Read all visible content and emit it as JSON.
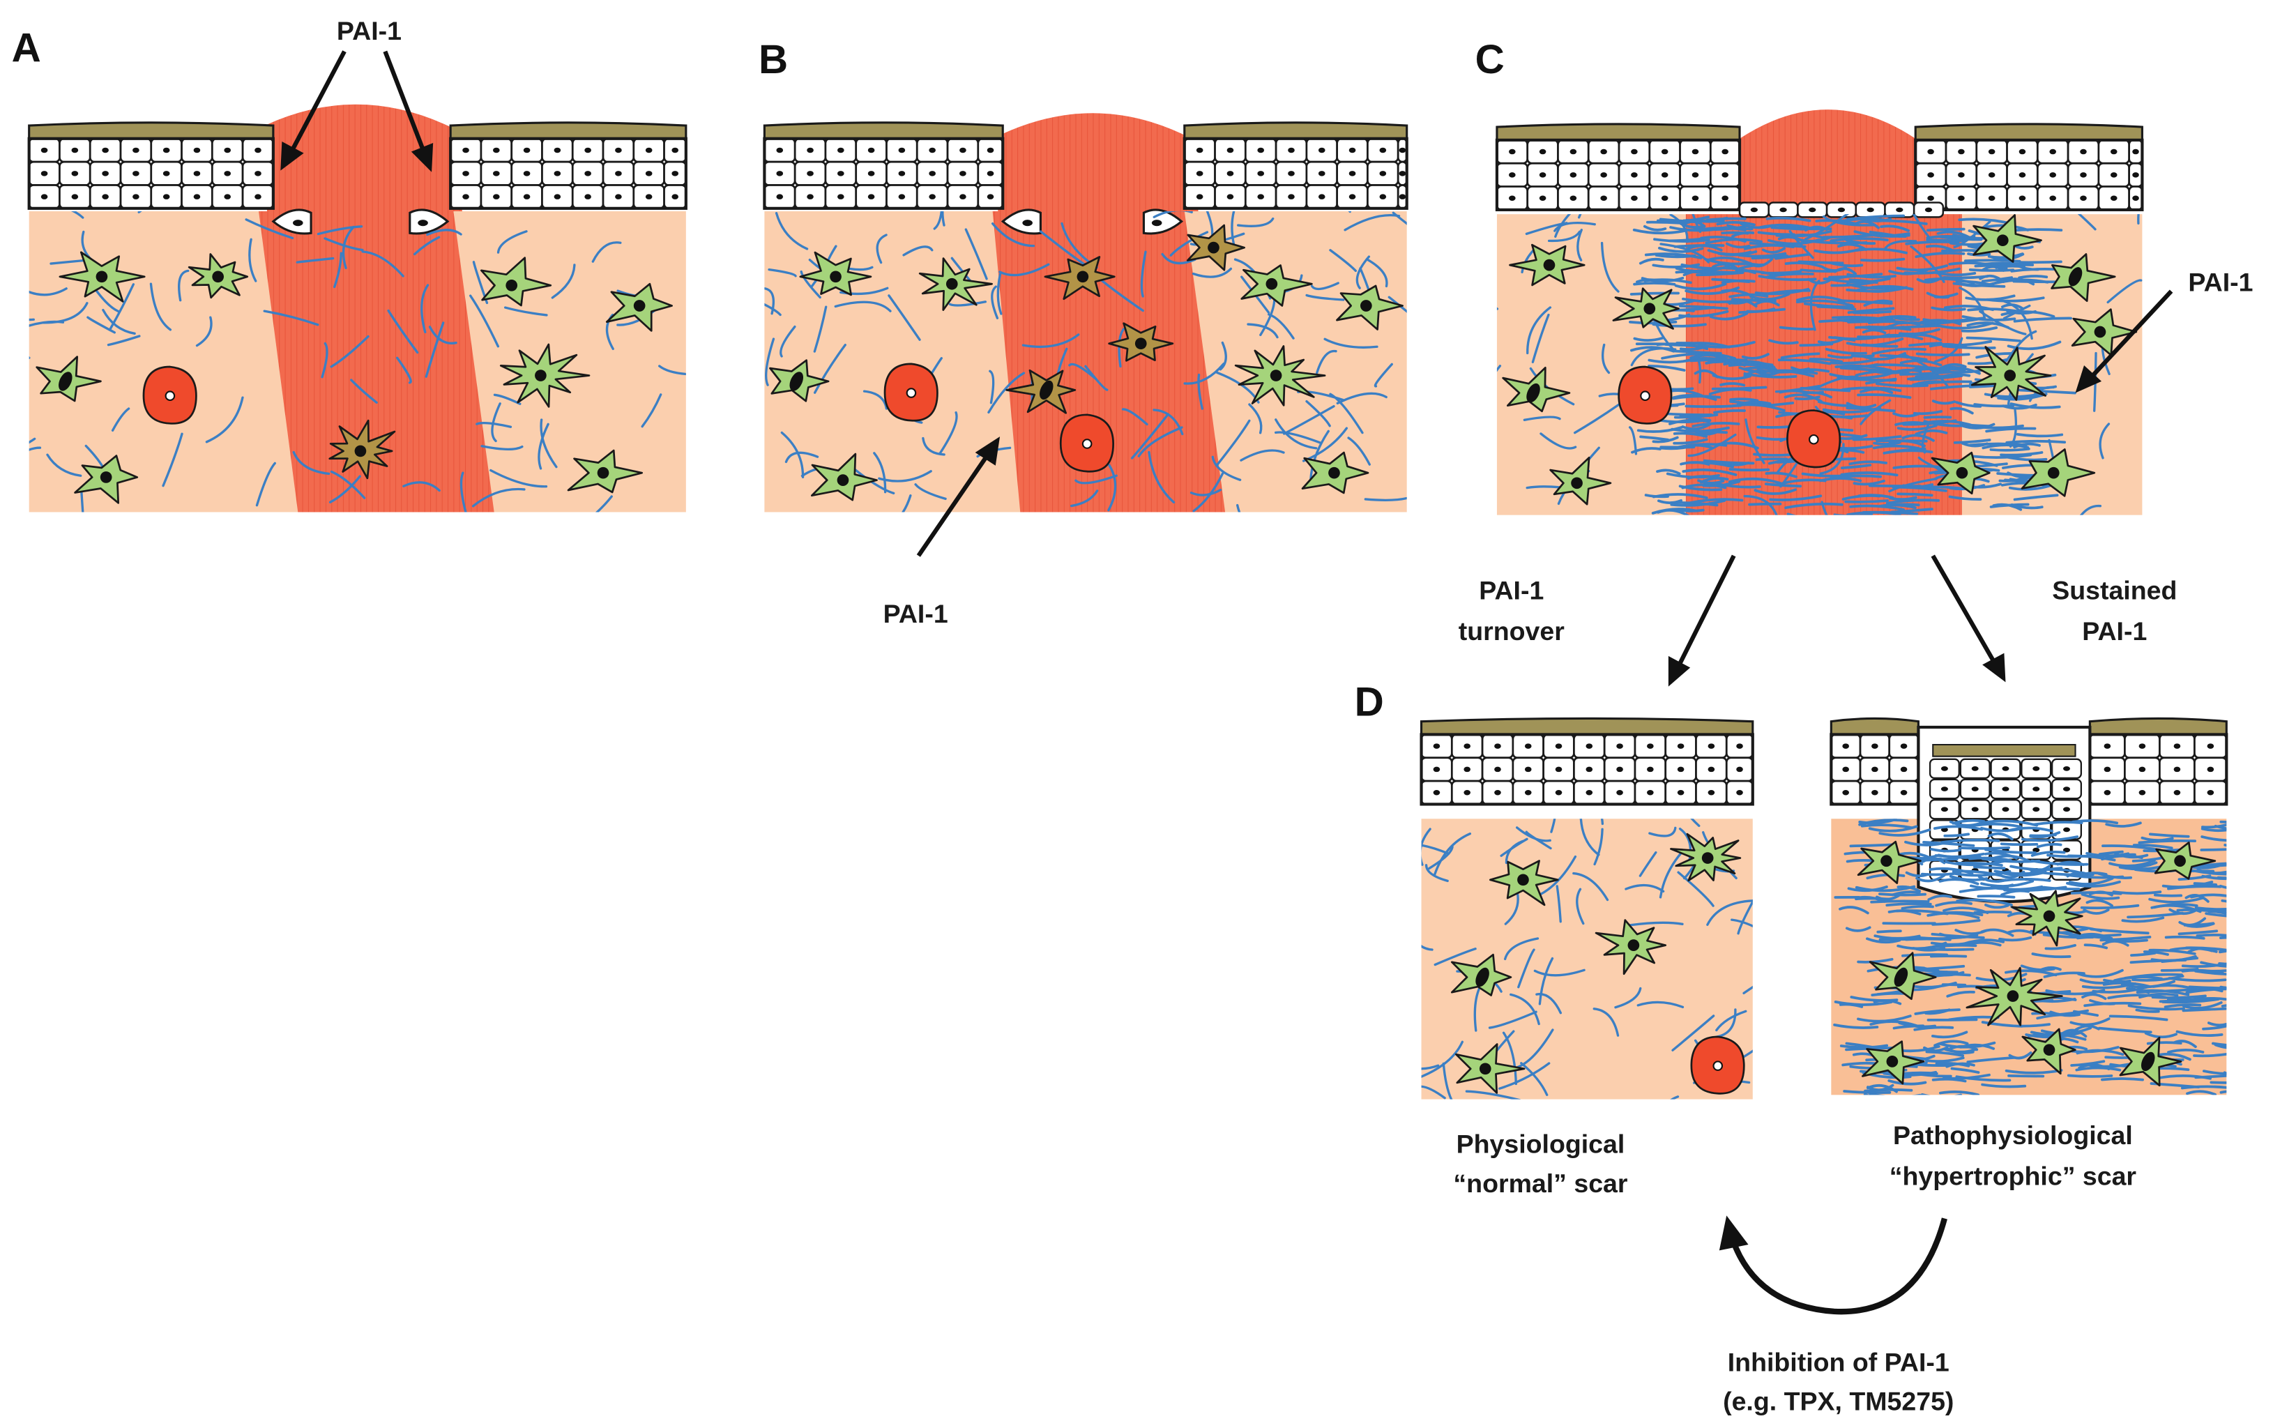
{
  "panels": {
    "A": {
      "letter": "A",
      "pai_label": "PAI-1"
    },
    "B": {
      "letter": "B",
      "pai_label": "PAI-1"
    },
    "C": {
      "letter": "C",
      "pai_label": "PAI-1"
    },
    "D": {
      "letter": "D"
    }
  },
  "transitions": {
    "turnover_line1": "PAI-1",
    "turnover_line2": "turnover",
    "sustained_line1": "Sustained",
    "sustained_line2": "PAI-1"
  },
  "outcomes": {
    "normal_line1": "Physiological",
    "normal_line2": "“normal” scar",
    "hypertrophic_line1": "Pathophysiological",
    "hypertrophic_line2": "“hypertrophic” scar"
  },
  "inhibition": {
    "line1": "Inhibition of PAI-1",
    "line2": "(e.g. TPX, TM5275)"
  },
  "colors": {
    "dermis": "#fbcfae",
    "dermis_scar": "#f9bf96",
    "clot": "#f26a4e",
    "clot_dark": "#e8553b",
    "crust": "#a09358",
    "fibroblast": "#a5d47b",
    "fibroblast_dark": "#b29447",
    "collagen": "#3b7fc4",
    "red_cell": "#ef4a2c",
    "outline": "#1a1a1a"
  }
}
